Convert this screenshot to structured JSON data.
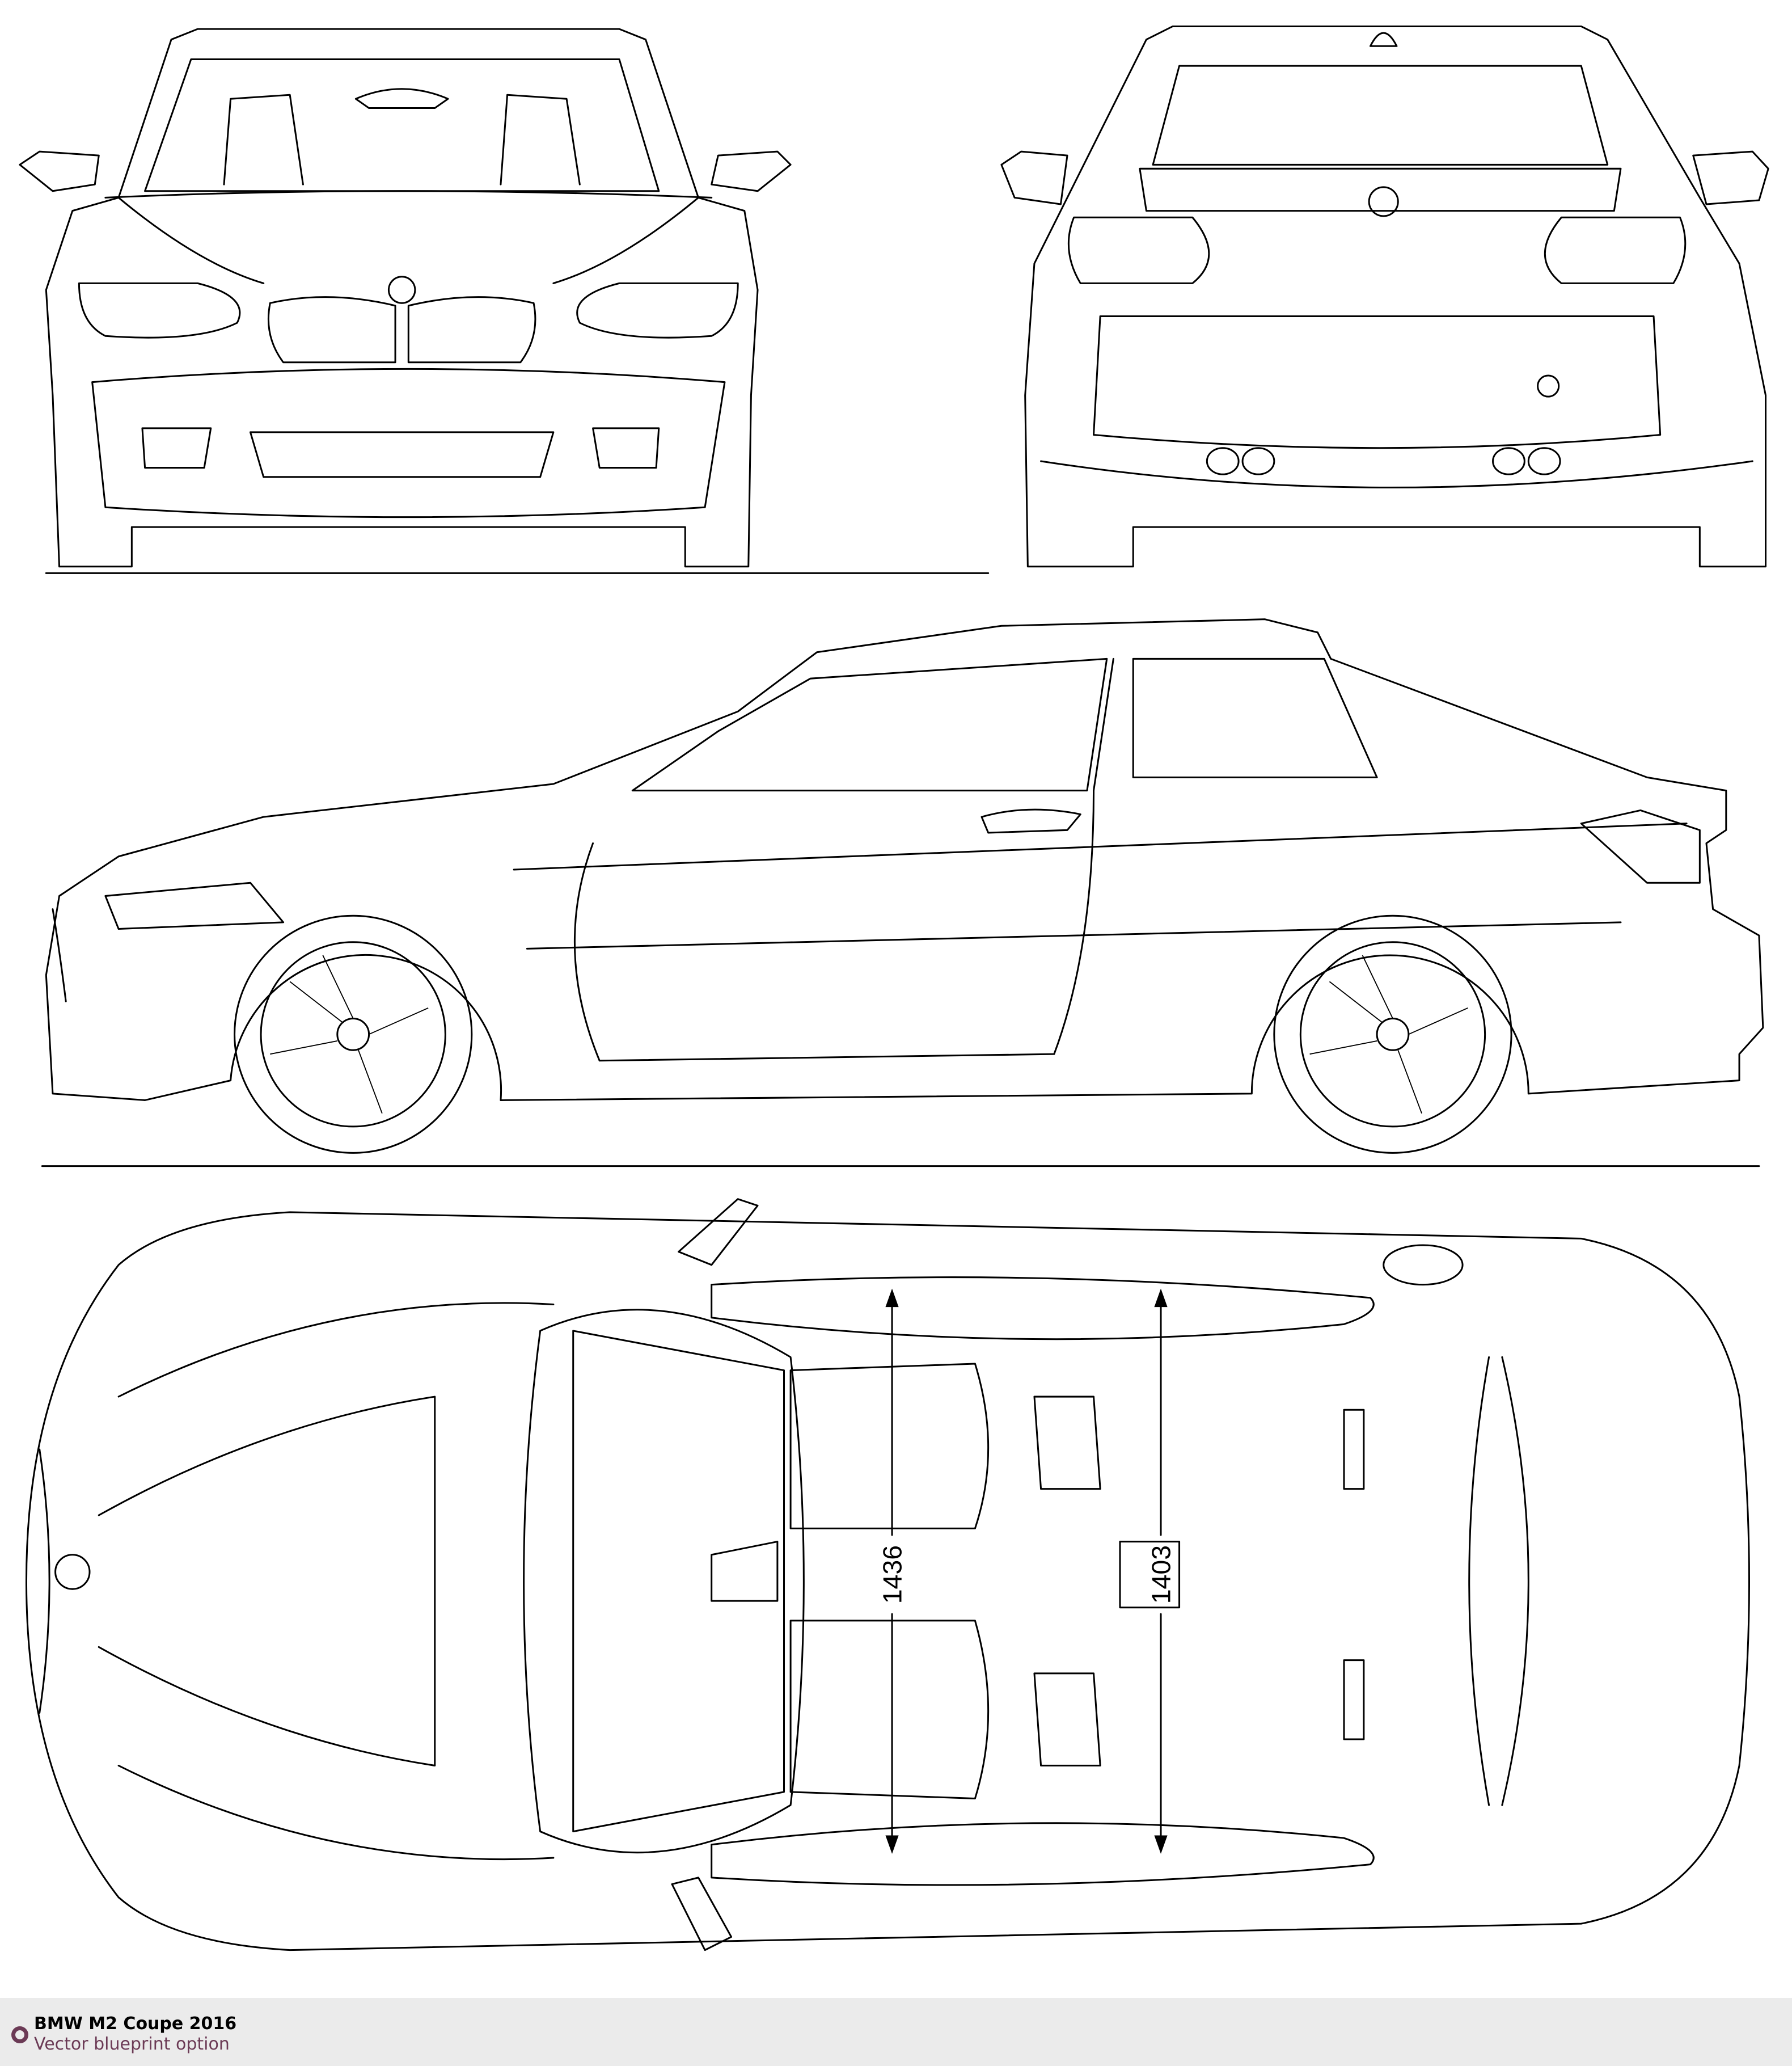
{
  "drawing": {
    "views": [
      "front-view",
      "rear-view",
      "side-view",
      "top-view"
    ],
    "dimensions": {
      "front_track": "1436",
      "rear_track": "1403"
    }
  },
  "footer": {
    "title": "BMW M2 Coupe 2016",
    "subtitle": "Vector blueprint option",
    "accent_color": "#6b3a55"
  }
}
